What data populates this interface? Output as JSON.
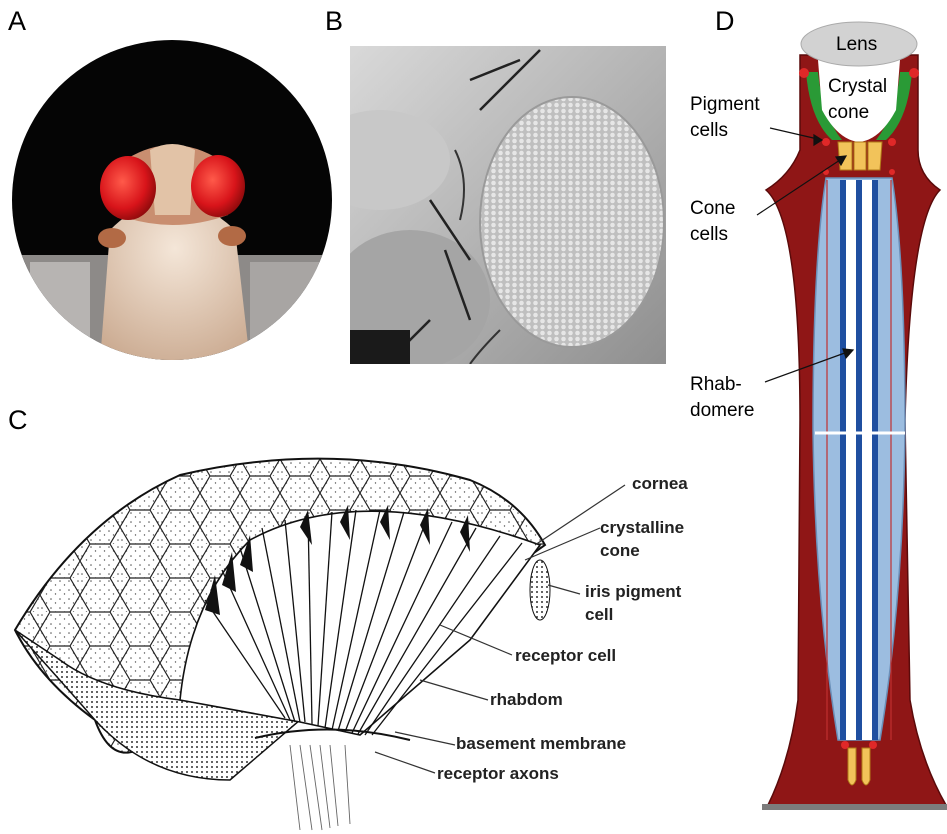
{
  "panels": {
    "a": {
      "letter": "A"
    },
    "b": {
      "letter": "B"
    },
    "c": {
      "letter": "C",
      "labels": {
        "cornea": "cornea",
        "crystalline_cone": "crystalline\ncone",
        "iris_pigment_cell": "iris pigment\ncell",
        "receptor_cell": "receptor cell",
        "rhabdom": "rhabdom",
        "basement_membrane": "basement membrane",
        "receptor_axons": "receptor axons"
      }
    },
    "d": {
      "letter": "D",
      "labels": {
        "lens": "Lens",
        "crystal_cone": "Crystal\ncone",
        "pigment_cells": "Pigment\ncells",
        "cone_cells": "Cone\ncells",
        "rhabdomere": "Rhab-\ndomere"
      }
    }
  },
  "colors": {
    "pigment_red": "#8f1616",
    "pigment_green": "#2a9a36",
    "rhabdomere_blue": "#1f4fa0",
    "cell_lightblue": "#9cbde0",
    "cone_yellow": "#f2c35a",
    "lens_gray": "#d2d2d2"
  }
}
